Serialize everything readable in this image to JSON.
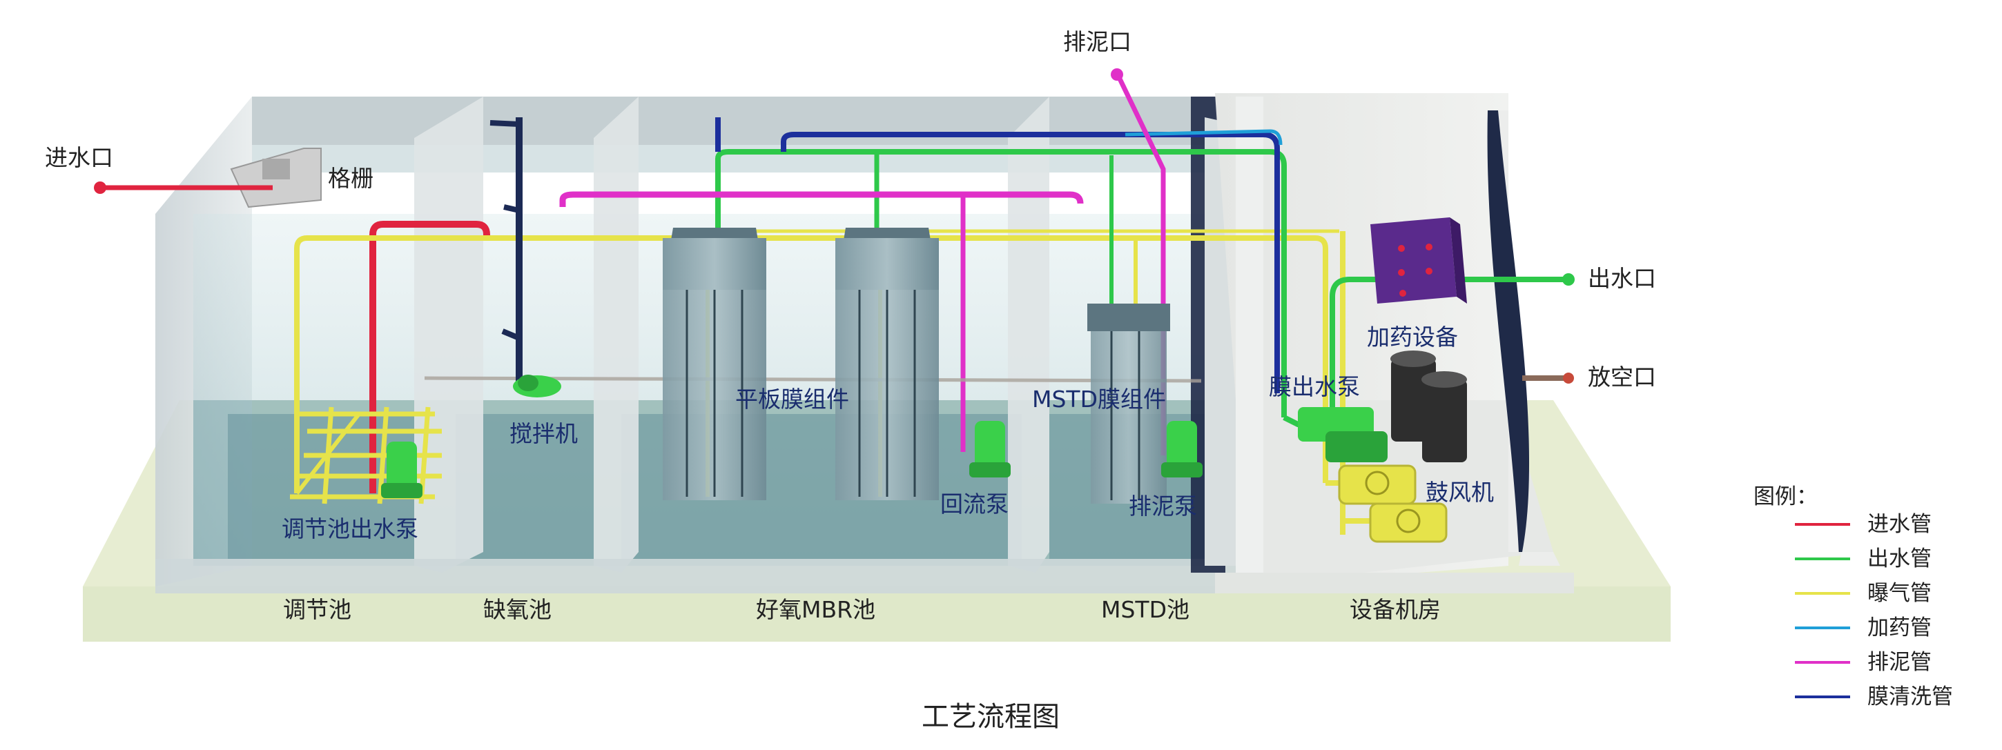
{
  "title": "工艺流程图",
  "labels": {
    "inlet": "进水口",
    "screen": "格栅",
    "sludge_outlet": "排泥口",
    "outlet": "出水口",
    "dosing_equipment": "加药设备",
    "drain": "放空口",
    "membrane_pump": "膜出水泵",
    "blower": "鼓风机",
    "mixer": "搅拌机",
    "flat_membrane": "平板膜组件",
    "mstd_membrane": "MSTD膜组件",
    "reflux_pump": "回流泵",
    "sludge_pump": "排泥泵",
    "equalization_pump": "调节池出水泵"
  },
  "tanks": [
    "调节池",
    "缺氧池",
    "好氧MBR池",
    "MSTD池",
    "设备机房"
  ],
  "legend": {
    "title": "图例：",
    "items": [
      {
        "label": "进水管",
        "color": "#e0243f"
      },
      {
        "label": "出水管",
        "color": "#2ec84a"
      },
      {
        "label": "曝气管",
        "color": "#e6e34a"
      },
      {
        "label": "加药管",
        "color": "#1f9fd8"
      },
      {
        "label": "排泥管",
        "color": "#e030c8"
      },
      {
        "label": "膜清洗管",
        "color": "#1c2f9c"
      }
    ]
  }
}
